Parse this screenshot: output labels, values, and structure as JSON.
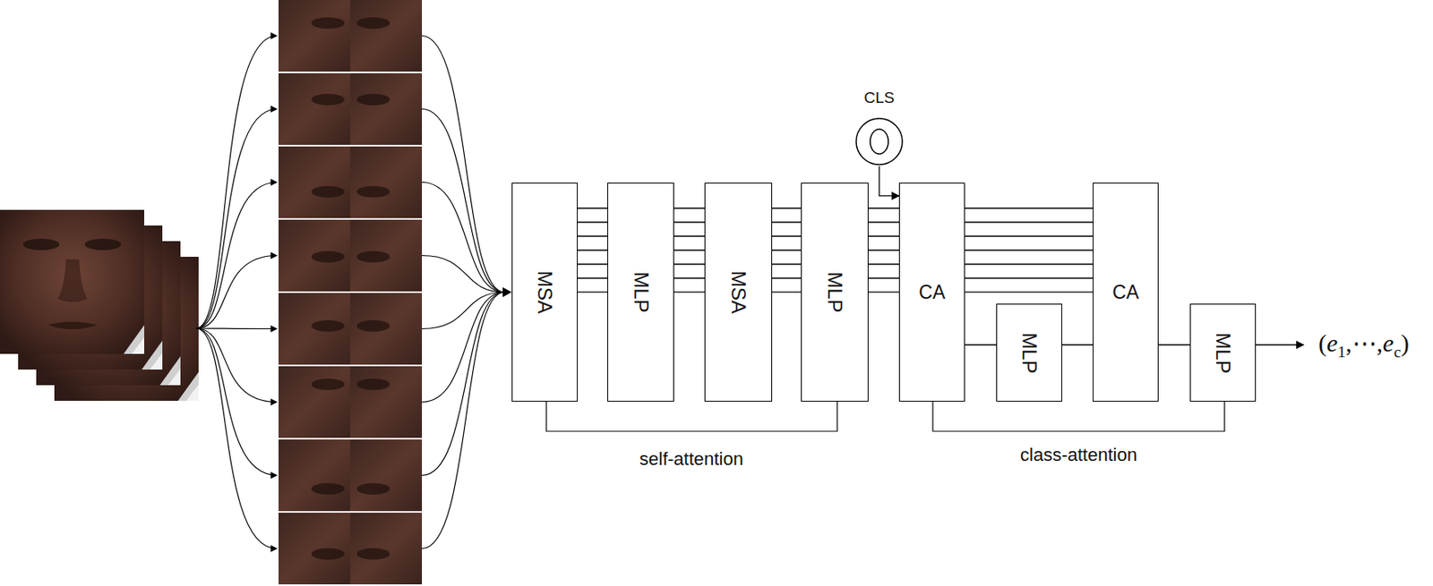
{
  "diagram": {
    "nodes": [
      {
        "text": [
          "MSA"
        ]
      },
      {
        "text": [
          "MLP"
        ]
      },
      {
        "text": [
          "MSA"
        ]
      },
      {
        "text": [
          "MLP"
        ]
      },
      {
        "text": [
          "CLS"
        ]
      },
      {
        "text": [
          "CA"
        ]
      },
      {
        "text": [
          "MLP"
        ]
      },
      {
        "text": [
          "CA"
        ]
      },
      {
        "text": [
          "MLP"
        ]
      }
    ],
    "edges": [
      {
        "from": 0,
        "to": 1,
        "arrow": "none"
      },
      {
        "from": 1,
        "to": 2,
        "arrow": "none"
      },
      {
        "from": 2,
        "to": 3,
        "arrow": "none"
      },
      {
        "from": 3,
        "to": 5,
        "arrow": "none"
      },
      {
        "from": 4,
        "to": 5,
        "arrow": "to"
      },
      {
        "from": 5,
        "to": 7,
        "arrow": "none"
      },
      {
        "from": 5,
        "to": 6,
        "arrow": "none"
      },
      {
        "from": 6,
        "to": 7,
        "arrow": "none"
      },
      {
        "from": 7,
        "to": 8,
        "arrow": "none"
      }
    ],
    "labels": [
      "self-attention",
      "class-attention",
      "(e1,⋯,ec)"
    ]
  }
}
